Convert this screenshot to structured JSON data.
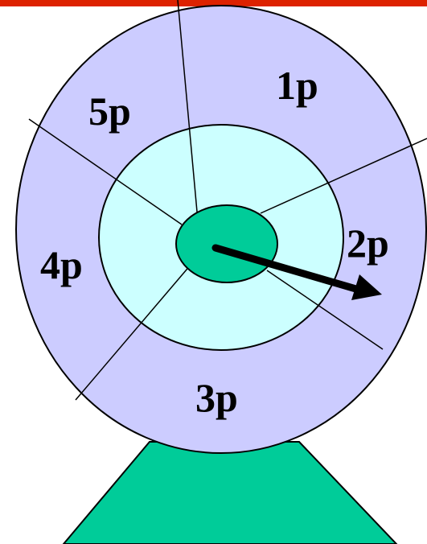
{
  "colors": {
    "top_bar": "#dd2200",
    "outer_ring": "#ccccff",
    "inner_ring": "#ccffff",
    "hub": "#00cc99",
    "stand": "#00cc99",
    "outline": "#000000",
    "pointer": "#000000"
  },
  "wheel": {
    "segments": [
      {
        "label": "1p"
      },
      {
        "label": "2p"
      },
      {
        "label": "3p"
      },
      {
        "label": "4p"
      },
      {
        "label": "5p"
      }
    ]
  }
}
